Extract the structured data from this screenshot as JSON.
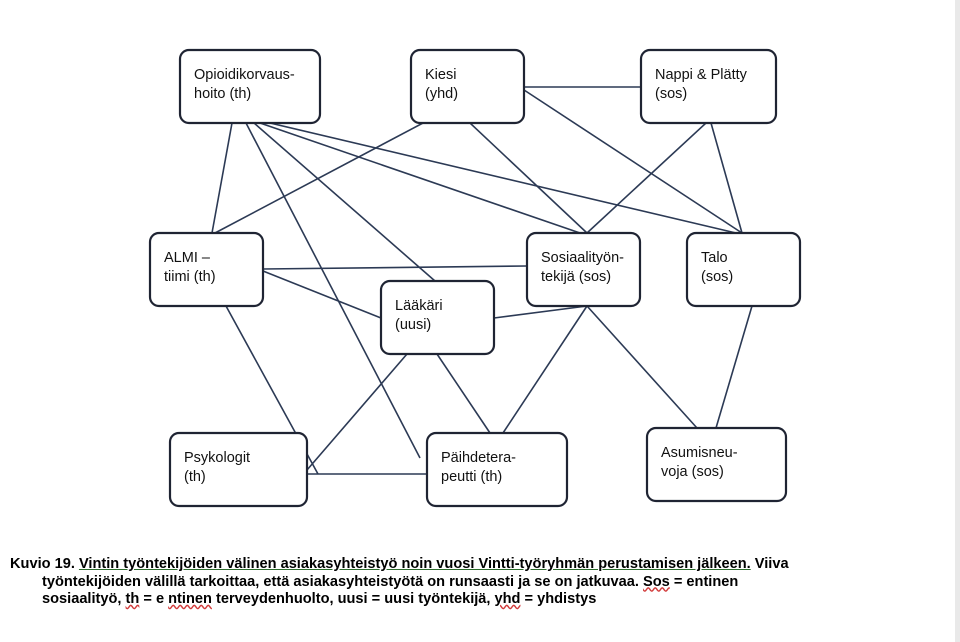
{
  "nodes": [
    {
      "id": "opioidi",
      "lines": [
        "Opioidikorvaus-",
        "hoito (th)"
      ]
    },
    {
      "id": "kiesi",
      "lines": [
        "Kiesi",
        "(yhd)"
      ]
    },
    {
      "id": "nappi",
      "lines": [
        "Nappi & Plätty",
        "(sos)"
      ]
    },
    {
      "id": "almi",
      "lines": [
        "ALMI –",
        "tiimi (th)"
      ]
    },
    {
      "id": "sosiaali",
      "lines": [
        "Sosiaalityön-",
        "tekijä (sos)"
      ]
    },
    {
      "id": "talo",
      "lines": [
        "Talo",
        "(sos)"
      ]
    },
    {
      "id": "laakari",
      "lines": [
        "Lääkäri",
        "(uusi)"
      ]
    },
    {
      "id": "psykologit",
      "lines": [
        "Psykologit",
        "(th)"
      ]
    },
    {
      "id": "paihde",
      "lines": [
        "Päihdetera-",
        "peutti (th)"
      ]
    },
    {
      "id": "asumis",
      "lines": [
        "Asumisneu-",
        "voja (sos)"
      ]
    }
  ],
  "edges": [
    [
      "opioidi",
      "almi"
    ],
    [
      "opioidi",
      "laakari"
    ],
    [
      "opioidi",
      "paihde"
    ],
    [
      "opioidi",
      "sosiaali"
    ],
    [
      "opioidi",
      "talo"
    ],
    [
      "kiesi",
      "almi"
    ],
    [
      "kiesi",
      "nappi"
    ],
    [
      "kiesi",
      "sosiaali"
    ],
    [
      "kiesi",
      "talo"
    ],
    [
      "nappi",
      "sosiaali"
    ],
    [
      "nappi",
      "talo"
    ],
    [
      "almi",
      "sosiaali"
    ],
    [
      "almi",
      "laakari"
    ],
    [
      "almi",
      "paihde"
    ],
    [
      "laakari",
      "sosiaali"
    ],
    [
      "laakari",
      "psykologit"
    ],
    [
      "laakari",
      "paihde"
    ],
    [
      "sosiaali",
      "paihde"
    ],
    [
      "sosiaali",
      "asumis"
    ],
    [
      "talo",
      "asumis"
    ],
    [
      "psykologit",
      "paihde"
    ]
  ],
  "caption": {
    "l1_prefix": "Kuvio 19. ",
    "l1_underlined": "Vintin työntekijöiden välinen asiakasyhteistyö noin vuosi Vintti-työryhmän  perustamisen jälkeen.",
    "l1_suffix": " Viiva",
    "l2": "työntekijöiden välillä tarkoittaa, että asiakasyhteistyötä on runsaasti ja se on jatkuvaa. ",
    "l2_sos": "Sos",
    "l2_end": " = entinen",
    "l3_a": "sosiaalityö, ",
    "l3_th": "th",
    "l3_b": " = e ",
    "l3_ntinen": "ntinen",
    "l3_c": " terveydenhuolto, uusi = uusi työntekijä, ",
    "l3_yhd": "yhd",
    "l3_d": " = yhdistys"
  }
}
